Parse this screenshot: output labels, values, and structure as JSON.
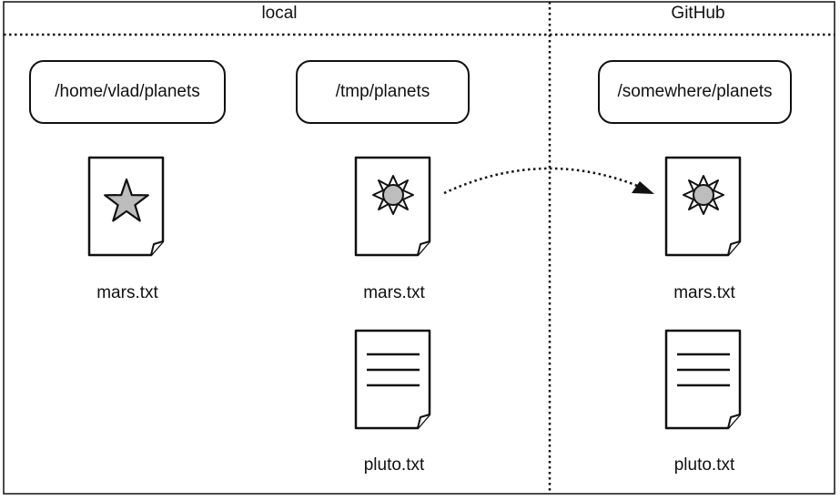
{
  "sections": {
    "local": "local",
    "github": "GitHub"
  },
  "locations": {
    "home": "/home/vlad/planets",
    "tmp": "/tmp/planets",
    "remote": "/somewhere/planets"
  },
  "files": {
    "home_mars": {
      "label": "mars.txt",
      "icon": "star-icon"
    },
    "tmp_mars": {
      "label": "mars.txt",
      "icon": "sun-icon"
    },
    "tmp_pluto": {
      "label": "pluto.txt",
      "icon": "text-lines-icon"
    },
    "remote_mars": {
      "label": "mars.txt",
      "icon": "sun-icon"
    },
    "remote_pluto": {
      "label": "pluto.txt",
      "icon": "text-lines-icon"
    }
  },
  "colors": {
    "stroke": "#111111",
    "icon_fill": "#bdbdbd",
    "background": "#ffffff"
  }
}
